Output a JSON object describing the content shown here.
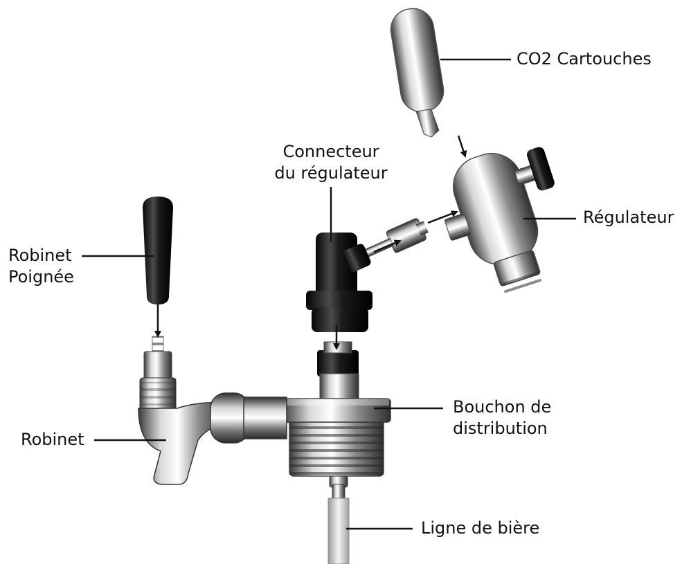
{
  "labels": {
    "co2_cartridge": "CO2 Cartouches",
    "regulator_connector": [
      "Connecteur",
      "du régulateur"
    ],
    "regulator": "Régulateur",
    "tap_handle": [
      "Robinet",
      "Poignée"
    ],
    "tap": "Robinet",
    "dispense_cap": [
      "Bouchon de",
      "distribution"
    ],
    "beer_line": "Ligne de bière"
  },
  "colors": {
    "text": "#111111",
    "leader": "#111111",
    "chrome_light": "#f0f0f0",
    "chrome_dark": "#3a3a3a",
    "black_part": "#1a1a1a"
  }
}
